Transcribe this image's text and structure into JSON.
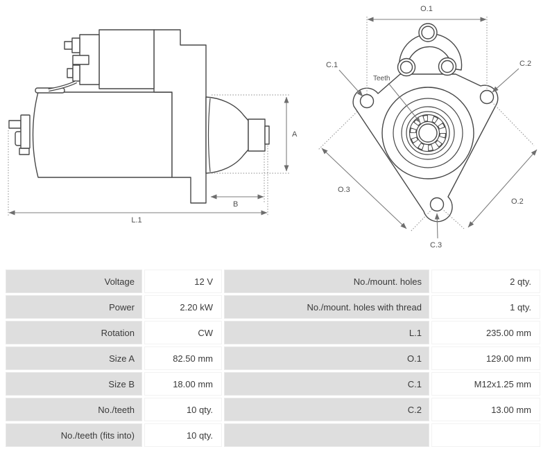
{
  "drawing": {
    "side_view": {
      "label_a": "A",
      "label_b": "B",
      "label_l1": "L.1"
    },
    "front_view": {
      "label_o1": "O.1",
      "label_o2": "O.2",
      "label_o3": "O.3",
      "label_c1": "C.1",
      "label_c2": "C.2",
      "label_c3": "C.3",
      "label_teeth": "Teeth"
    },
    "colors": {
      "outline": "#474747",
      "dimension_line": "#7d7d7d",
      "label_text": "#4f4f4f"
    }
  },
  "spec_table": {
    "colors": {
      "label_cell_bg": "#dedede",
      "value_cell_bg": "#ffffff",
      "text": "#3a3a3a"
    },
    "left_rows": [
      {
        "label": "Voltage",
        "value": "12 V"
      },
      {
        "label": "Power",
        "value": "2.20 kW"
      },
      {
        "label": "Rotation",
        "value": "CW"
      },
      {
        "label": "Size A",
        "value": "82.50 mm"
      },
      {
        "label": "Size B",
        "value": "18.00 mm"
      },
      {
        "label": "No./teeth",
        "value": "10 qty."
      },
      {
        "label": "No./teeth (fits into)",
        "value": "10 qty."
      }
    ],
    "right_rows": [
      {
        "label": "No./mount. holes",
        "value": "2 qty."
      },
      {
        "label": "No./mount. holes with thread",
        "value": "1 qty."
      },
      {
        "label": "L.1",
        "value": "235.00 mm"
      },
      {
        "label": "O.1",
        "value": "129.00 mm"
      },
      {
        "label": "C.1",
        "value": "M12x1.25 mm"
      },
      {
        "label": "C.2",
        "value": "13.00 mm"
      },
      {
        "label": "",
        "value": ""
      }
    ]
  }
}
